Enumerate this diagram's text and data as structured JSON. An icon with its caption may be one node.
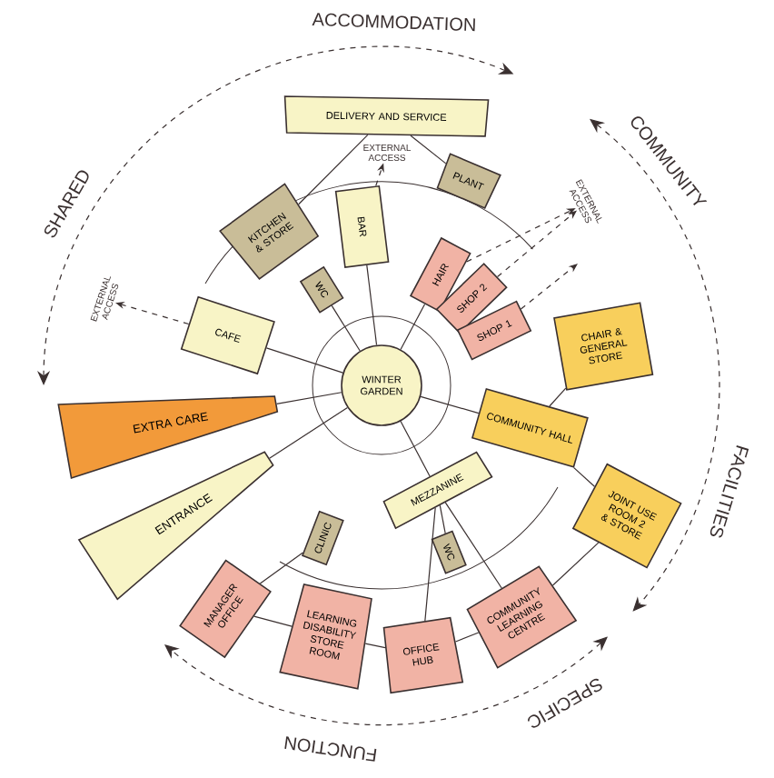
{
  "diagram": {
    "nodes": [
      {
        "text": [
          "WINTER GARDEN"
        ]
      },
      {
        "text": [
          "DELIVERY AND SERVICE"
        ]
      },
      {
        "text": [
          "KITCHEN & STORE"
        ]
      },
      {
        "text": [
          "BAR"
        ]
      },
      {
        "text": [
          "PLANT"
        ]
      },
      {
        "text": [
          "WC"
        ]
      },
      {
        "text": [
          "CAFE"
        ]
      },
      {
        "text": [
          "HAIR"
        ]
      },
      {
        "text": [
          "SHOP 2"
        ]
      },
      {
        "text": [
          "SHOP 1"
        ]
      },
      {
        "text": [
          "CHAIR & GENERAL STORE"
        ]
      },
      {
        "text": [
          "COMMUNITY HALL"
        ]
      },
      {
        "text": [
          "EXTRA CARE"
        ]
      },
      {
        "text": [
          "ENTRANCE"
        ]
      },
      {
        "text": [
          "MEZZANINE"
        ]
      },
      {
        "text": [
          "CLINIC"
        ]
      },
      {
        "text": [
          "WC"
        ]
      },
      {
        "text": [
          "JOINT USE ROOM 2 & STORE"
        ]
      },
      {
        "text": [
          "MANAGER OFFICE"
        ]
      },
      {
        "text": [
          "LEARNING DISABILITY STORE ROOM"
        ]
      },
      {
        "text": [
          "OFFICE HUB"
        ]
      },
      {
        "text": [
          "COMMUNITY LEARNING CENTRE"
        ]
      },
      {
        "text": [
          "EXTERNAL ACCESS"
        ]
      },
      {
        "text": [
          "EXTERNAL ACCESS"
        ]
      },
      {
        "text": [
          "EXTERNAL ACCESS"
        ]
      }
    ],
    "edges": [
      {
        "from": 0,
        "to": 3,
        "arrow": "none"
      },
      {
        "from": 0,
        "to": 5,
        "arrow": "none"
      },
      {
        "from": 0,
        "to": 6,
        "arrow": "none"
      },
      {
        "from": 0,
        "to": 7,
        "arrow": "none"
      },
      {
        "from": 0,
        "to": 11,
        "arrow": "none"
      },
      {
        "from": 0,
        "to": 12,
        "arrow": "none"
      },
      {
        "from": 0,
        "to": 13,
        "arrow": "none"
      },
      {
        "from": 0,
        "to": 14,
        "arrow": "none"
      },
      {
        "from": 1,
        "to": 2,
        "arrow": "none"
      },
      {
        "from": 1,
        "to": 4,
        "arrow": "none"
      },
      {
        "from": 14,
        "to": 16,
        "arrow": "none"
      },
      {
        "from": 14,
        "to": 20,
        "arrow": "none"
      },
      {
        "from": 14,
        "to": 21,
        "arrow": "none"
      },
      {
        "from": 10,
        "to": 11,
        "arrow": "none"
      },
      {
        "from": 11,
        "to": 17,
        "arrow": "none"
      },
      {
        "from": 15,
        "to": 18,
        "arrow": "none"
      },
      {
        "from": 18,
        "to": 19,
        "arrow": "none"
      },
      {
        "from": 19,
        "to": 20,
        "arrow": "none"
      },
      {
        "from": 20,
        "to": 21,
        "arrow": "none"
      },
      {
        "from": 21,
        "to": 17,
        "arrow": "none"
      },
      {
        "from": 3,
        "to": 22,
        "arrow": "to",
        "style": "dashed"
      },
      {
        "from": 6,
        "to": 23,
        "arrow": "to",
        "style": "dashed"
      },
      {
        "from": 7,
        "to": 24,
        "arrow": "to",
        "style": "dashed"
      },
      {
        "from": 8,
        "to": 24,
        "arrow": "to",
        "style": "dashed"
      },
      {
        "from": 9,
        "to": null,
        "arrow": "to",
        "style": "dashed"
      }
    ],
    "labels": [
      "SHARED",
      "ACCOMMODATION",
      "COMMUNITY",
      "FACILITIES",
      "SPECIFIC",
      "FUNCTION"
    ]
  }
}
